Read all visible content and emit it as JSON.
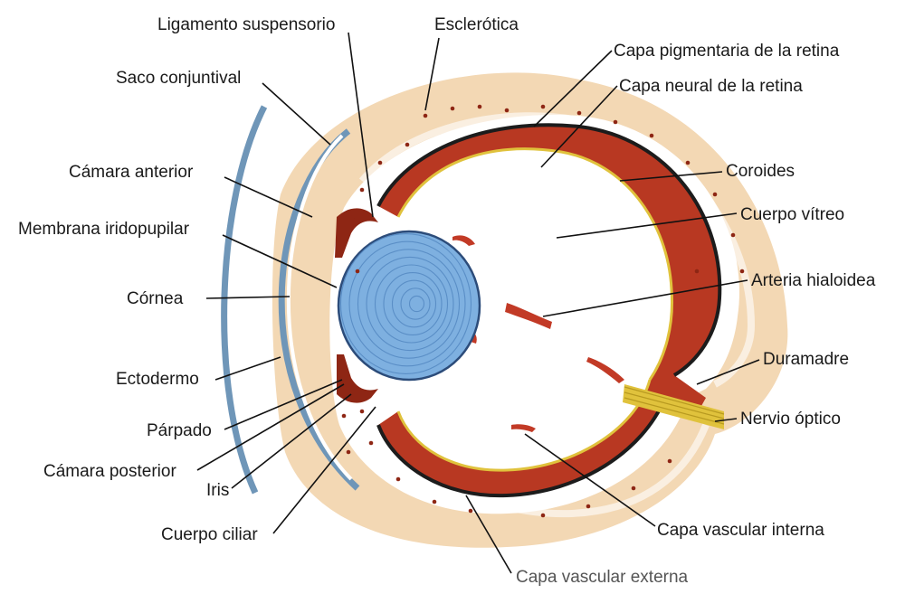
{
  "labels": {
    "ligamento": "Ligamento suspensorio",
    "esclerotica": "Esclerótica",
    "capa_pigmentaria": "Capa pigmentaria de la retina",
    "capa_neural": "Capa neural de la retina",
    "saco_conjuntival": "Saco conjuntival",
    "coroides": "Coroides",
    "camara_anterior": "Cámara anterior",
    "cuerpo_vitreo": "Cuerpo vítreo",
    "membrana_iridopupilar": "Membrana iridopupilar",
    "arteria_hialoidea": "Arteria hialoidea",
    "cornea": "Córnea",
    "duramadre": "Duramadre",
    "ectodermo": "Ectodermo",
    "nervio_optico": "Nervio óptico",
    "parpado": "Párpado",
    "camara_posterior": "Cámara posterior",
    "iris": "Iris",
    "cuerpo_ciliar": "Cuerpo ciliar",
    "capa_vascular_interna": "Capa vascular interna",
    "capa_vascular_externa": "Capa vascular externa"
  },
  "colors": {
    "mesenchyme": "#f3d8b4",
    "retina_red": "#b83822",
    "retina_dark": "#8e2614",
    "pigment_layer": "#1c1c1c",
    "lens_blue": "#7eb0e0",
    "lens_ring": "#5a8ec6",
    "eyelid_blue": "#6f96b8",
    "nerve_yellow": "#e0c23c",
    "vessel_red": "#c23a26"
  }
}
